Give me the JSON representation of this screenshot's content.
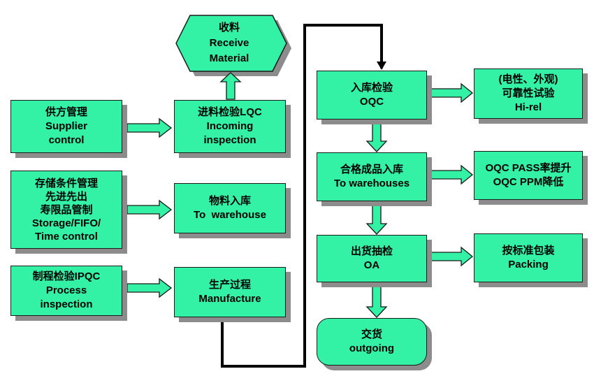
{
  "colors": {
    "box_fill": "#33f2a6",
    "shadow": "#8c8c8c",
    "outline": "#1a1a1a"
  },
  "receive": {
    "cn": "收料",
    "en1": "Receive",
    "en2": "Material"
  },
  "lqc": {
    "line1": "进料检验LQC",
    "line2": "Incoming",
    "line3": "inspection"
  },
  "supplier": {
    "cn": "供方管理",
    "en1": "Supplier",
    "en2": "control"
  },
  "storage": {
    "line1": "存储条件管理",
    "line2": "先进先出",
    "line3": "寿限品管制",
    "line4": "Storage/FIFO/",
    "line5": "Time control"
  },
  "to_warehouse": {
    "cn": "物料入库",
    "en": "To  warehouse"
  },
  "ipqc": {
    "cn": "制程检验IPQC",
    "en1": "Process",
    "en2": "inspection"
  },
  "manufacture": {
    "cn": "生产过程",
    "en": "Manufacture"
  },
  "oqc": {
    "cn": "入库检验",
    "en": "OQC"
  },
  "hirel": {
    "line1": "(电性、外观)",
    "line2": "可靠性试验",
    "line3": "Hi-rel"
  },
  "to_warehouses": {
    "cn": "合格成品入库",
    "en": "To warehouses"
  },
  "oqc_pass": {
    "line1": "OQC PASS率提升",
    "line2": "OQC PPM降低"
  },
  "oa": {
    "cn": "出货抽检",
    "en": "OA"
  },
  "packing": {
    "cn": "按标准包装",
    "en": "Packing"
  },
  "outgoing": {
    "cn": "交货",
    "en": "outgoing"
  }
}
